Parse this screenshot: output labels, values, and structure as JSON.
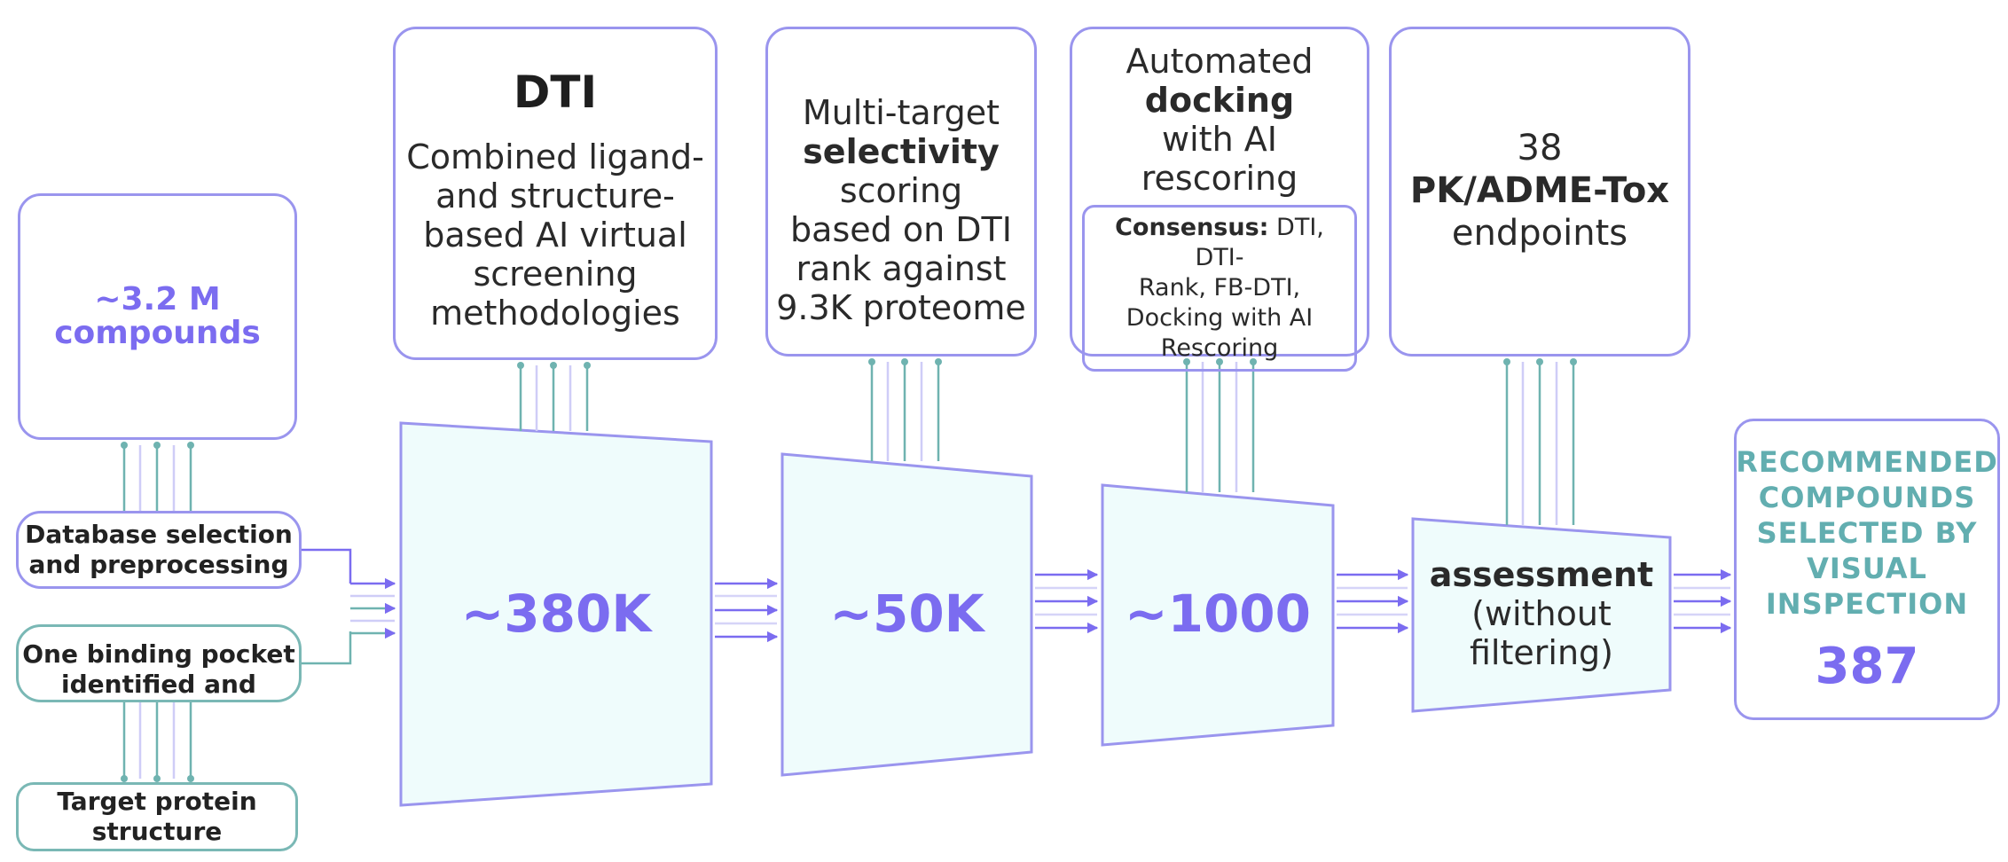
{
  "compounds": {
    "line1": "~3.2 M",
    "line2": "compounds"
  },
  "database_selection": {
    "line1": "Database selection",
    "line2": "and preprocessing"
  },
  "binding_pocket": {
    "line1": "One binding pocket",
    "line2": "identified and"
  },
  "target_protein": {
    "line1": "Target protein",
    "line2": "structure"
  },
  "dti": {
    "title": "DTI",
    "lines": [
      "Combined ligand-",
      "and structure-",
      "based AI virtual",
      "screening",
      "methodologies"
    ]
  },
  "selectivity": {
    "line1": "Multi-target",
    "bold": "selectivity",
    "lines": [
      "scoring",
      "based on DTI",
      "rank against",
      "9.3K proteome"
    ]
  },
  "docking": {
    "line1": "Automated",
    "bold": "docking",
    "line3": "with AI",
    "line4": "rescoring",
    "consensus_label": "Consensus:",
    "consensus_text1": " DTI, DTI-",
    "consensus_text2": "Rank, FB-DTI,",
    "consensus_text3": "Docking with AI",
    "consensus_text4": "Rescoring"
  },
  "admet": {
    "line1": "38",
    "bold": "PK/ADME-Tox",
    "line3": "endpoints"
  },
  "funnels": {
    "f1": "~380K",
    "f2": "~50K",
    "f3": "~1000",
    "f4_bold": "assessment",
    "f4_line2": "(without",
    "f4_line3": "filtering)"
  },
  "result": {
    "lines": [
      "RECOMMENDED",
      "COMPOUNDS",
      "SELECTED BY",
      "VISUAL",
      "INSPECTION"
    ],
    "count": "387"
  },
  "colors": {
    "purple": "#7b6cf0",
    "border_purple": "#9a95ee",
    "teal": "#7ab8b5",
    "funnel_fill": "#effcfc"
  }
}
